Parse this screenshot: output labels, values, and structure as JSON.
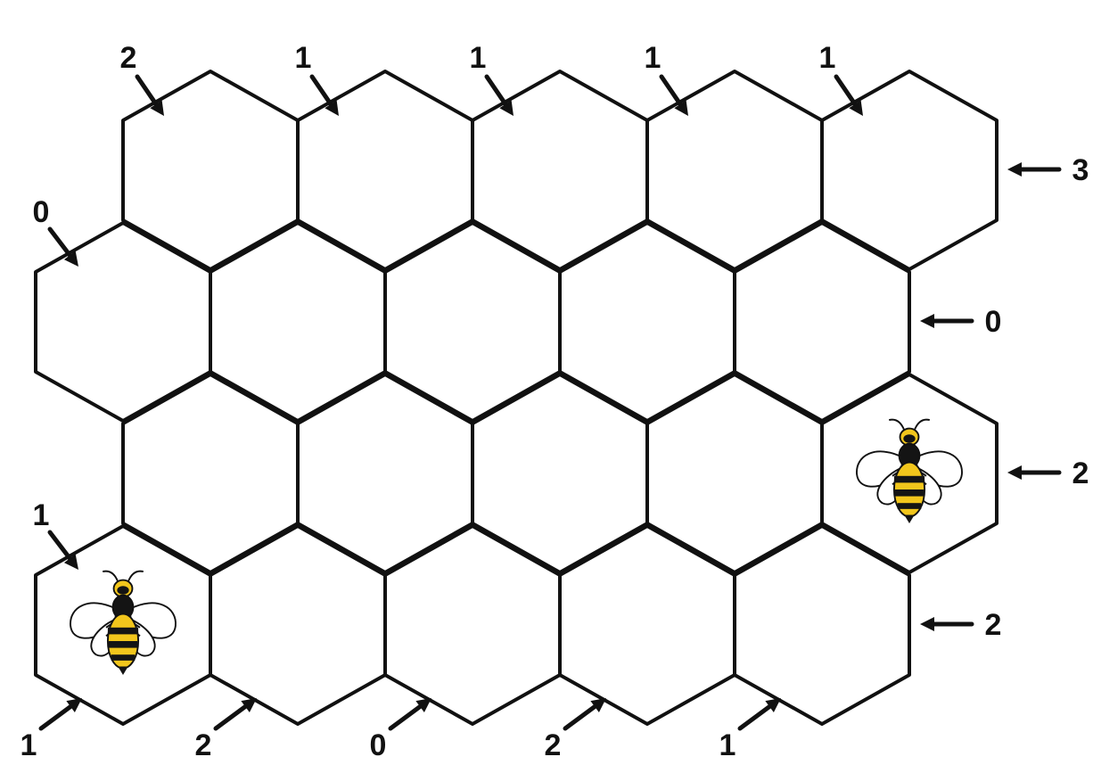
{
  "puzzle": {
    "rows": 4,
    "cols": 5,
    "bee_cells": [
      [
        2,
        4
      ],
      [
        3,
        0
      ]
    ]
  },
  "clues": {
    "top_edge": [
      "2",
      "1",
      "1",
      "1",
      "1"
    ],
    "left_edge": [
      "0",
      "1"
    ],
    "right_edge": [
      "3",
      "0",
      "2",
      "2"
    ],
    "bottom_edge": [
      "1",
      "2",
      "0",
      "2",
      "1"
    ]
  },
  "icons": {
    "bee": "bee-icon",
    "arrow": "arrow-icon"
  },
  "colors": {
    "line": "#111111",
    "cell_fill": "#ffffff",
    "bee_yellow": "#f2c61c",
    "bee_black": "#141414",
    "wing": "#ffffff"
  }
}
